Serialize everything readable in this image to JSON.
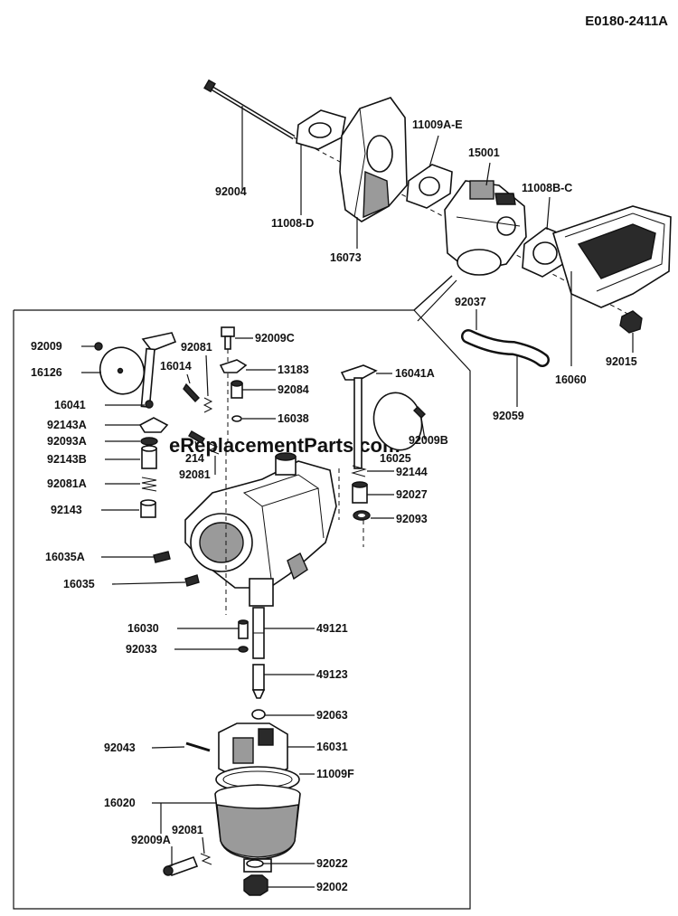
{
  "diagram_id": "E0180-2411A",
  "watermark": "eReplacementParts.com",
  "labels": {
    "p92004": "92004",
    "p11008D": "11008-D",
    "p16073": "16073",
    "p11009AE": "11009A-E",
    "p15001": "15001",
    "p11008BC": "11008B-C",
    "p92037": "92037",
    "p92015": "92015",
    "p16060": "16060",
    "p92059": "92059",
    "p92009": "92009",
    "p16126": "16126",
    "p16041": "16041",
    "p92143A": "92143A",
    "p92093A": "92093A",
    "p92143B": "92143B",
    "p92081A": "92081A",
    "p92143": "92143",
    "p16035A": "16035A",
    "p16035": "16035",
    "p92081a": "92081",
    "p16014": "16014",
    "p92009C": "92009C",
    "p13183": "13183",
    "p92084": "92084",
    "p16038": "16038",
    "p214": "214",
    "p92081b": "92081",
    "p16041A": "16041A",
    "p92009B": "92009B",
    "p16025": "16025",
    "p92144": "92144",
    "p92027": "92027",
    "p92093": "92093",
    "p16030": "16030",
    "p92033": "92033",
    "p49121": "49121",
    "p49123": "49123",
    "p92063": "92063",
    "p92043": "92043",
    "p16031": "16031",
    "p11009F": "11009F",
    "p16020": "16020",
    "p92081c": "92081",
    "p92009A": "92009A",
    "p92022": "92022",
    "p92002": "92002"
  }
}
